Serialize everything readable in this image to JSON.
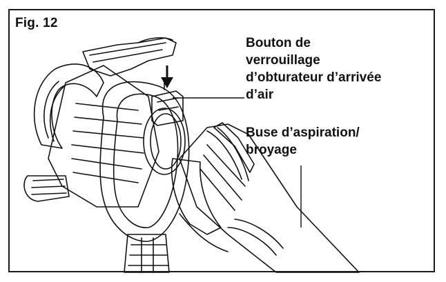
{
  "figure": {
    "label": "Fig. 12"
  },
  "callouts": {
    "lock_button": {
      "lines": [
        "Bouton de",
        "verrouillage",
        "d’obturateur d’arrivée",
        "d’air"
      ]
    },
    "nozzle": {
      "lines": [
        "Buse d’aspiration/",
        "broyage"
      ]
    }
  },
  "colors": {
    "ink": "#111111",
    "frame": "#1a1a1a",
    "background": "#ffffff"
  }
}
